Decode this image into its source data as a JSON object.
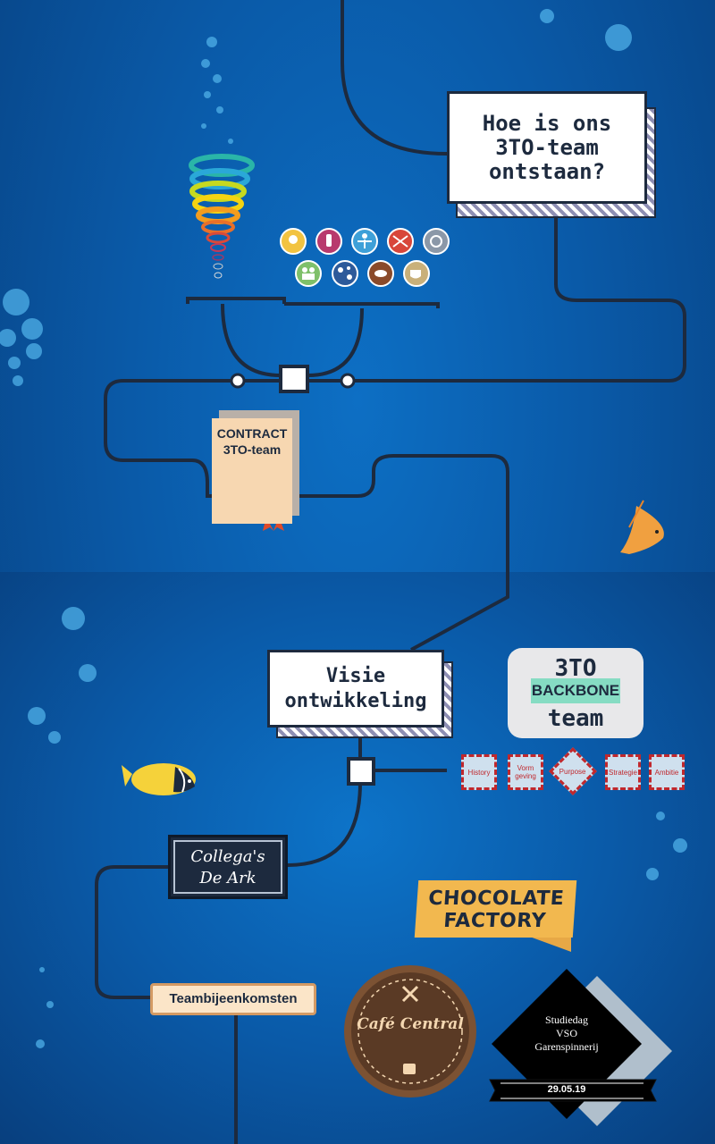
{
  "title_question": [
    "Hoe is ons",
    "3TO-team",
    "ontstaan?"
  ],
  "contract": [
    "CONTRACT",
    "3TO-team"
  ],
  "title_visie": [
    "Visie",
    "ontwikkeling"
  ],
  "backbone": {
    "line1": "3TO",
    "line2": "BACKBONE",
    "line3": "team"
  },
  "chips": [
    {
      "label": "History"
    },
    {
      "label": "Vorm geving"
    },
    {
      "label": "Purpose"
    },
    {
      "label": "Strategie"
    },
    {
      "label": "Ambitie"
    }
  ],
  "collega": [
    "Collega's",
    "De Ark"
  ],
  "teambijeenkomsten": "Teambijeenkomsten",
  "chocolate": [
    "CHOCOLATE",
    "FACTORY"
  ],
  "cafe": "Café Central",
  "studiedag": [
    "Studiedag",
    "VSO",
    "Garenspinnerij"
  ],
  "studiedag_date": "29.05.19",
  "colors": {
    "background": "#0a5aa8",
    "line": "#1d2a3e",
    "contract_paper": "#f7d7b1",
    "backbone_label": "#86dcc3",
    "chip_border": "#c0282d",
    "chocolate": "#f2b84f",
    "cafe": "#5a3a25"
  },
  "icons": [
    "lightbulb-icon",
    "phone-icon",
    "person-icon",
    "scissors-icon",
    "eye-icon",
    "people-icon",
    "cells-icon",
    "bacteria-icon",
    "cup-icon"
  ]
}
